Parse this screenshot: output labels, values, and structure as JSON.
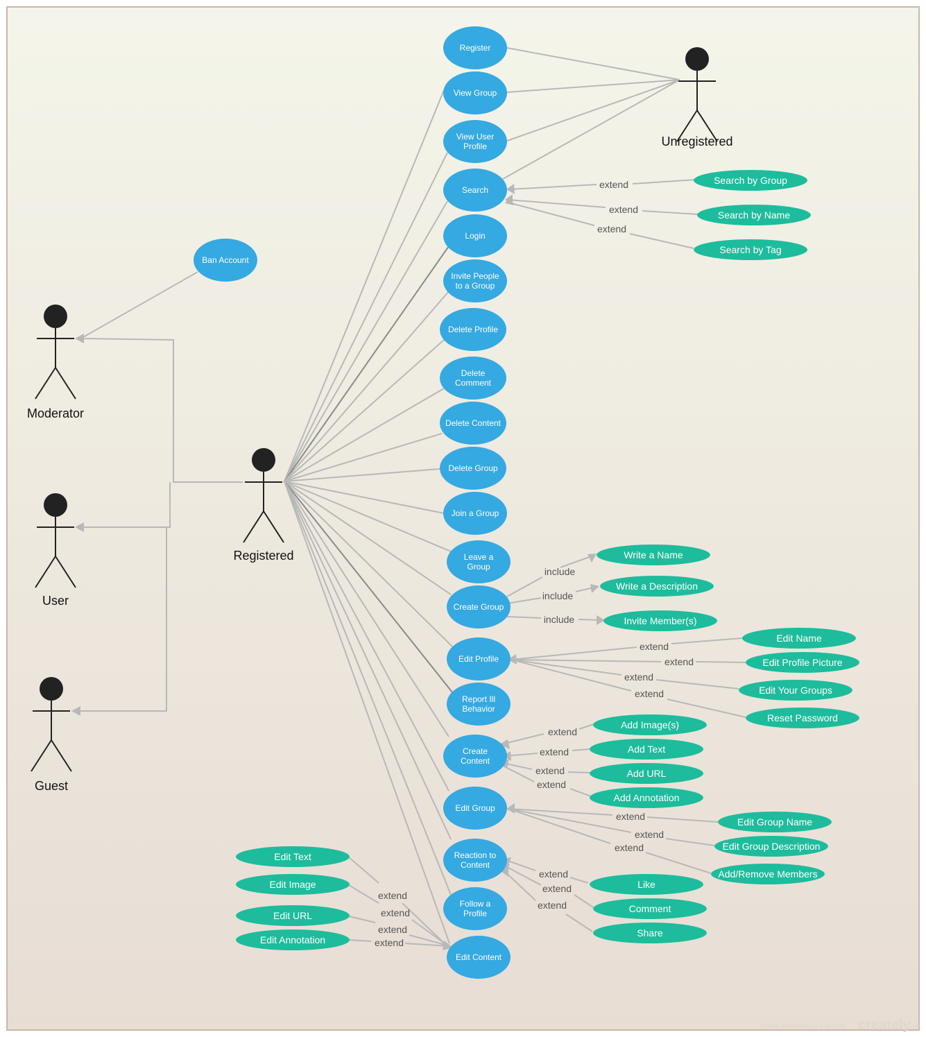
{
  "actors": {
    "unregistered": "Unregistered",
    "moderator": "Moderator",
    "registered": "Registered",
    "user": "User",
    "guest": "Guest"
  },
  "use_cases": {
    "register": [
      "Register"
    ],
    "view_group": [
      "View Group"
    ],
    "view_user_profile": [
      "View User",
      "Profile"
    ],
    "search": [
      "Search"
    ],
    "login": [
      "Login"
    ],
    "invite_people": [
      "Invite People",
      "to a Group"
    ],
    "delete_profile": [
      "Delete Profile"
    ],
    "delete_comment": [
      "Delete",
      "Comment"
    ],
    "delete_content": [
      "Delete Content"
    ],
    "delete_group": [
      "Delete Group"
    ],
    "join_group": [
      "Join a Group"
    ],
    "leave_group": [
      "Leave a",
      "Group"
    ],
    "create_group": [
      "Create Group"
    ],
    "edit_profile": [
      "Edit Profile"
    ],
    "report_behavior": [
      "Report Ill",
      "Behavior"
    ],
    "create_content": [
      "Create",
      "Content"
    ],
    "edit_group": [
      "Edit Group"
    ],
    "reaction": [
      "Reaction to",
      "Content"
    ],
    "follow_profile": [
      "Follow a",
      "Profile"
    ],
    "edit_content": [
      "Edit Content"
    ],
    "ban_account": [
      "Ban Account"
    ]
  },
  "sub_cases": {
    "search_by_group": "Search by Group",
    "search_by_name": "Search by Name",
    "search_by_tag": "Search by Tag",
    "write_name": "Write a Name",
    "write_description": "Write a Description",
    "invite_members": "Invite Member(s)",
    "edit_name": "Edit Name",
    "edit_profile_picture": "Edit Profile Picture",
    "edit_your_groups": "Edit Your Groups",
    "reset_password": "Reset Password",
    "add_images": "Add Image(s)",
    "add_text": "Add Text",
    "add_url": "Add URL",
    "add_annotation": "Add Annotation",
    "edit_group_name": "Edit Group Name",
    "edit_group_description": "Edit Group Description",
    "add_remove_members": "Add/Remove Members",
    "like": "Like",
    "comment": "Comment",
    "share": "Share",
    "edit_text": "Edit Text",
    "edit_image": "Edit Image",
    "edit_url": "Edit URL",
    "edit_annotation": "Edit Annotation"
  },
  "relation_labels": {
    "extend": "extend",
    "include": "include"
  },
  "watermark": {
    "tagline": "[online diagramming & design]",
    "brand": "creately",
    "suffix": ".com"
  },
  "colors": {
    "use_case": "#35a9e1",
    "sub_case": "#1dbc9c",
    "connector": "#b8b8b8",
    "actor": "#222222"
  }
}
